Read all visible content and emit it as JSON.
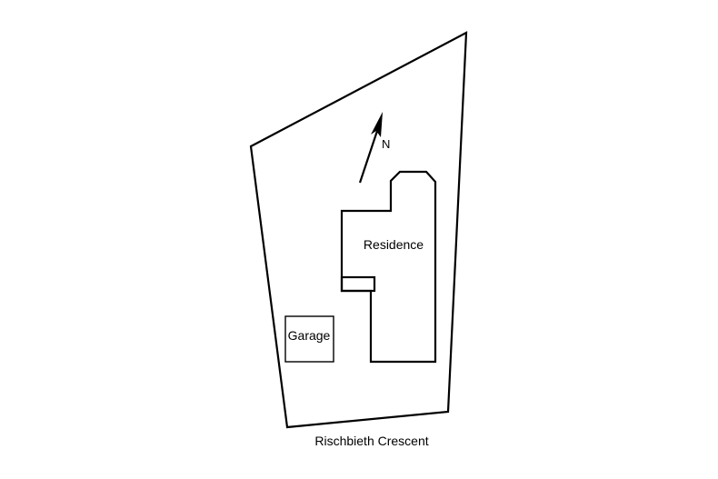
{
  "site_plan": {
    "north_label": "N",
    "residence_label": "Residence",
    "garage_label": "Garage",
    "street_label": "Rischbieth Crescent"
  }
}
